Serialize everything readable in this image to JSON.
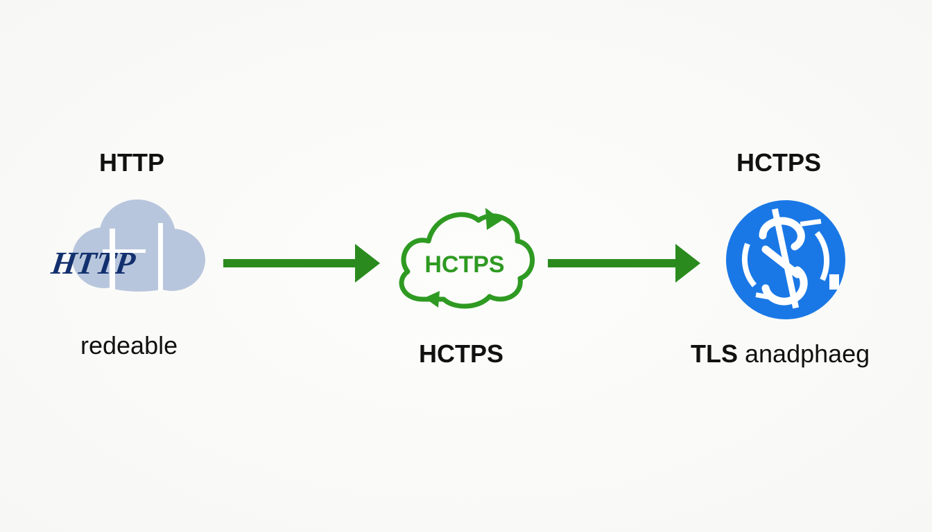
{
  "nodes": [
    {
      "title": "HTTP",
      "icon": "http-cloud-icon",
      "icon_text": "HTTP",
      "caption": "redeable"
    },
    {
      "title": "",
      "icon": "https-cycle-cloud-icon",
      "icon_text": "HCTPS",
      "caption": "HCTPS"
    },
    {
      "title": "HCTPS",
      "icon": "tls-handshake-icon",
      "icon_text": "",
      "caption_bold": "TLS",
      "caption_rest": " anadphaeg"
    }
  ],
  "colors": {
    "arrow": "#2a8a1e",
    "http_cloud": "#b8c6dd",
    "http_text": "#13306e",
    "https_cloud": "#2e9a22",
    "tls_blue": "#1a78e6",
    "text": "#111111"
  }
}
